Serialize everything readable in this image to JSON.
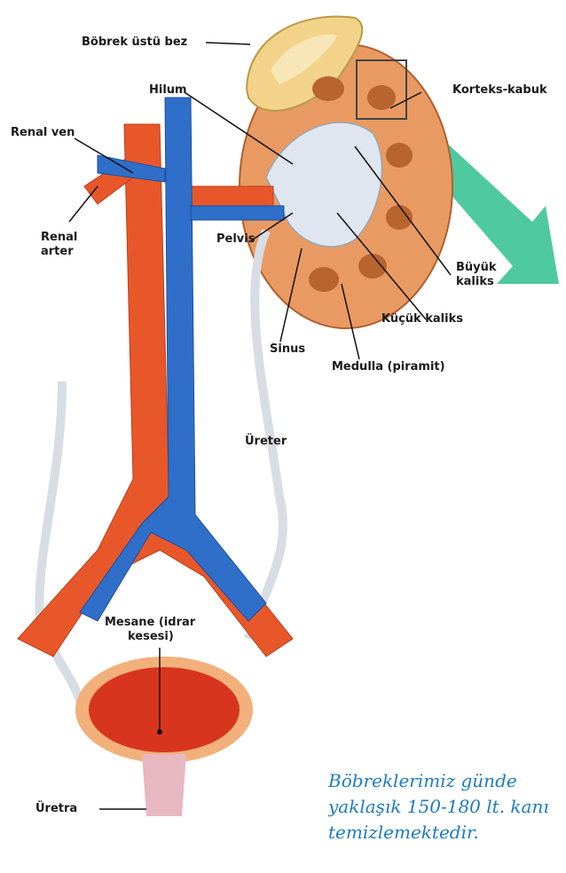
{
  "labels": {
    "adrenal": "Böbrek üstü bez",
    "hilum": "Hilum",
    "cortex": "Korteks-kabuk",
    "renal_vein": "Renal ven",
    "renal_artery_1": "Renal",
    "renal_artery_2": "arter",
    "pelvis": "Pelvis",
    "major_calyx_1": "Büyük",
    "major_calyx_2": "kaliks",
    "minor_calyx": "Küçük kaliks",
    "sinus": "Sinus",
    "medulla": "Medulla (piramit)",
    "ureter": "Üreter",
    "bladder_1": "Mesane (idrar",
    "bladder_2": "kesesi)",
    "urethra": "Üretra"
  },
  "caption": {
    "line1": "Böbreklerimiz günde",
    "line2": "yaklaşık 150-180 lt. kanı",
    "line3": "temizlemektedir."
  },
  "colors": {
    "artery": "#e8572a",
    "vein": "#2f6fc9",
    "kidney": "#e89a62",
    "pelvis": "#dfe6ef",
    "adrenal": "#f3d38a",
    "arrow": "#4fc9a0",
    "caption": "#1e7bbf"
  }
}
